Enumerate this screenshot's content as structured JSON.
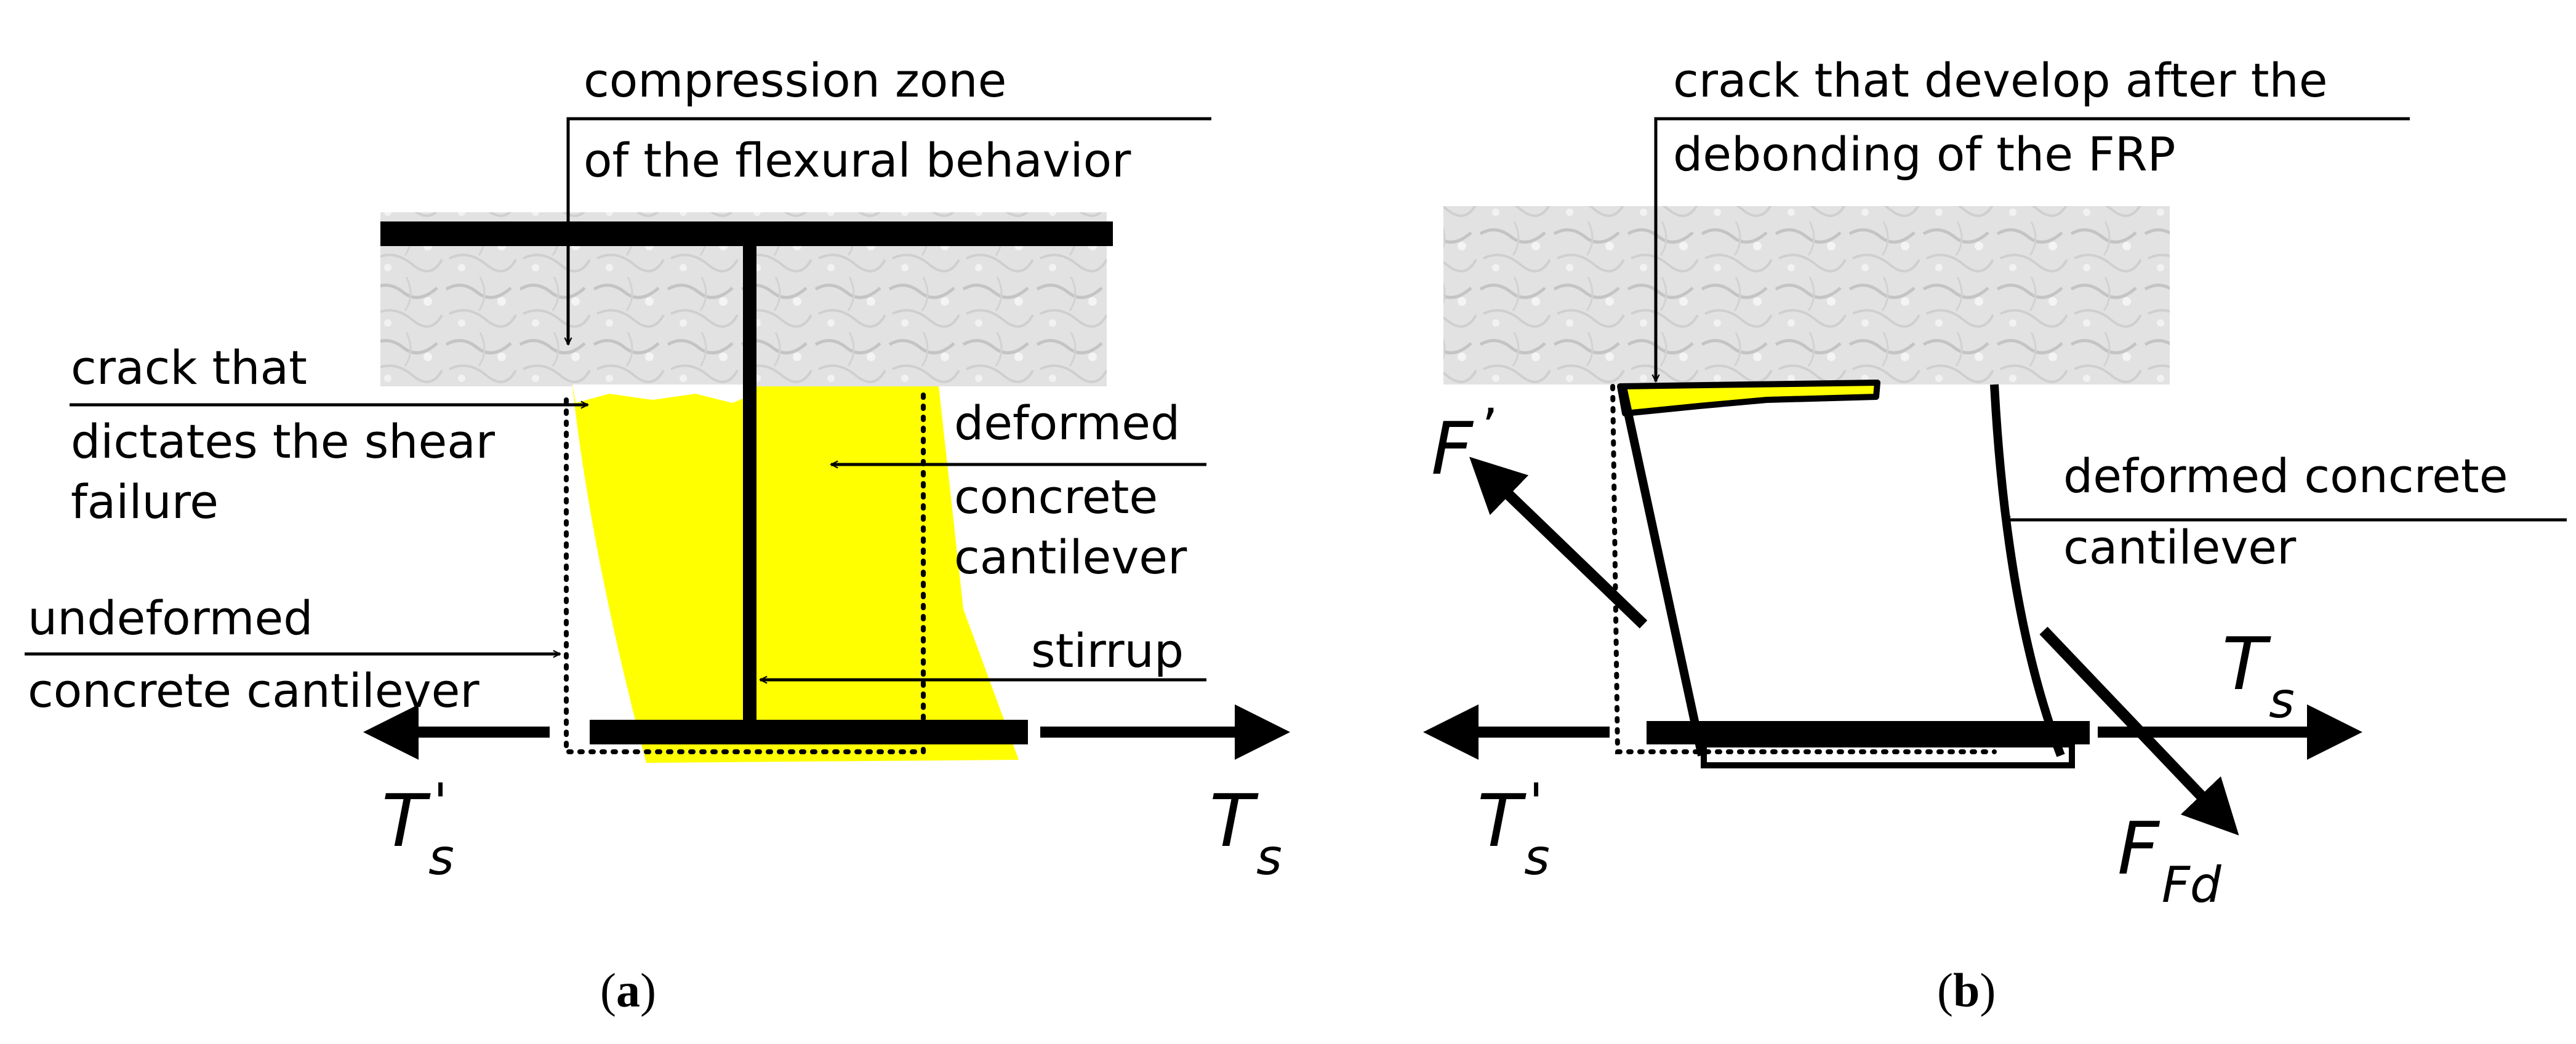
{
  "panel_a": {
    "compression_zone_line1": "compression  zone",
    "compression_zone_line2": "of the flexural behavior",
    "crack_shear_line1": "crack that",
    "crack_shear_line2": "dictates the shear",
    "crack_shear_line3": "failure",
    "deformed_line1": "deformed",
    "deformed_line2": "concrete",
    "deformed_line3": "cantilever",
    "undeformed_line1": "undeformed",
    "undeformed_line2": "concrete cantilever",
    "stirrup": "stirrup",
    "ts_prime_main": "T",
    "ts_prime_mark": "'",
    "ts_prime_sub": "s",
    "ts_main": "T",
    "ts_sub": "s",
    "caption_open": "(",
    "caption_letter": "a",
    "caption_close": ")"
  },
  "panel_b": {
    "crack_debond_line1": "crack that develop after the",
    "crack_debond_line2": "debonding of the FRP",
    "deformed_line1": "deformed concrete",
    "deformed_line2": "cantilever",
    "f_prime_main": "F",
    "f_prime_mark": "’",
    "ts_main": "T",
    "ts_sub": "s",
    "ts_prime_main": "T",
    "ts_prime_mark": "'",
    "ts_prime_sub": "s",
    "ffd_main": "F",
    "ffd_sub": "Fd",
    "caption_open": "(",
    "caption_letter": "b",
    "caption_close": ")"
  },
  "colors": {
    "concrete": "#e4e4e4",
    "yellow": "#ffff00",
    "ink": "#000000"
  }
}
